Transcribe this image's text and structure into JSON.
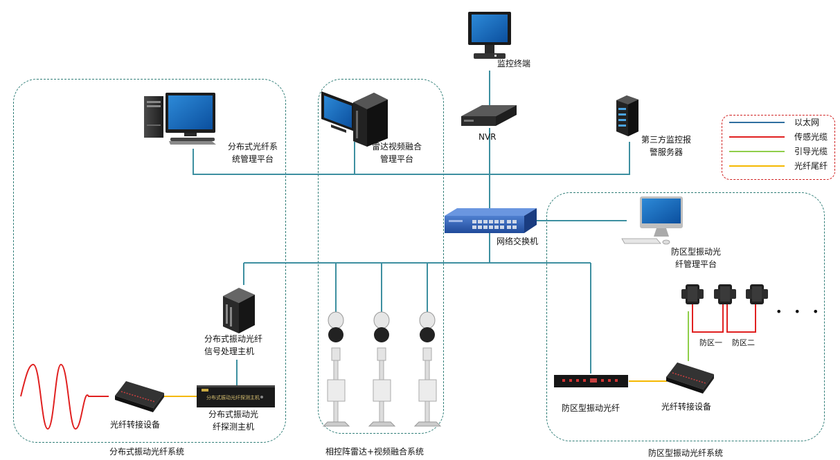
{
  "labels": {
    "monitor_terminal": "监控终端",
    "nvr": "NVR",
    "dist_platform": [
      "分布式光纤系",
      "统管理平台"
    ],
    "radar_platform": [
      "雷达视频融合",
      "管理平台"
    ],
    "third_party": [
      "第三方监控报",
      "警服务器"
    ],
    "switch": "网络交换机",
    "zone_platform": [
      "防区型振动光",
      "纤管理平台"
    ],
    "dist_host": [
      "分布式振动光纤",
      "信号处理主机"
    ],
    "dist_detector": [
      "分布式振动光",
      "纤探测主机"
    ],
    "dist_converter": "光纤转接设备",
    "zone_device": "防区型振动光纤",
    "zone_converter": "光纤转接设备",
    "zone_one": "防区一",
    "zone_two": "防区二",
    "ellipsis": "• • •",
    "device_face_text": "分布式振动光纤探测主机"
  },
  "regions": {
    "distributed": "分布式振动光纤系统",
    "radar": "相控阵雷达+视频融合系统",
    "zone": "防区型振动光纤系统"
  },
  "legend": [
    {
      "label": "以太网",
      "color": "#2f6f9f"
    },
    {
      "label": "传感光缆",
      "color": "#e02020"
    },
    {
      "label": "引导光缆",
      "color": "#8fce4a"
    },
    {
      "label": "光纤尾纤",
      "color": "#f5b800"
    }
  ],
  "colors": {
    "ethernet": "#3d8fa0",
    "sensor": "#e02020",
    "guide": "#8fce4a",
    "tail": "#f5b800",
    "region_border": "#2f7d77",
    "legend_border": "#d02020"
  }
}
